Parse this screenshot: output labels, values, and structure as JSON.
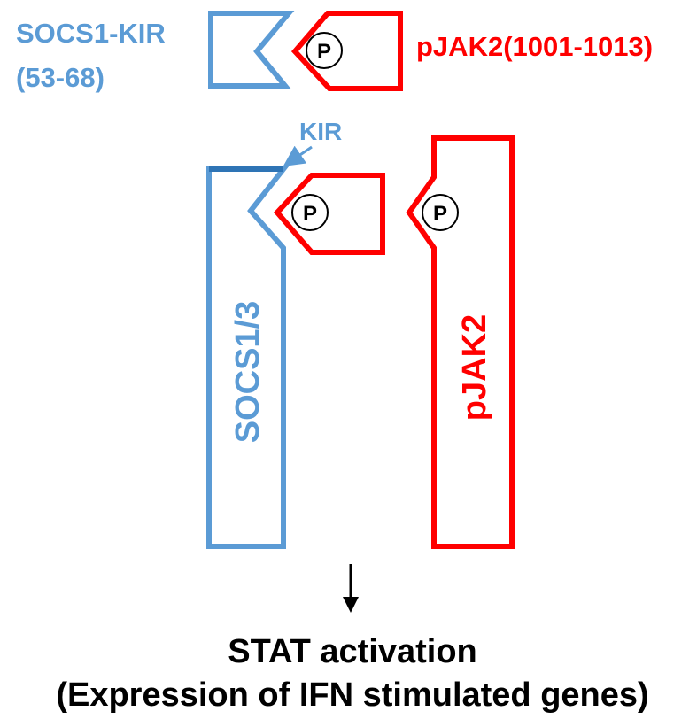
{
  "labels": {
    "socs1_kir": "SOCS1-KIR",
    "socs1_kir_range": "(53-68)",
    "pjak2_peptide": "pJAK2(1001-1013)",
    "kir": "KIR",
    "socs13": "SOCS1/3",
    "pjak2": "pJAK2",
    "phospho": "P",
    "stat_activation": "STAT activation",
    "expression": "(Expression of IFN stimulated genes)"
  },
  "colors": {
    "socs": "#5b9bd5",
    "jak": "#ff0000",
    "text": "#000000"
  }
}
